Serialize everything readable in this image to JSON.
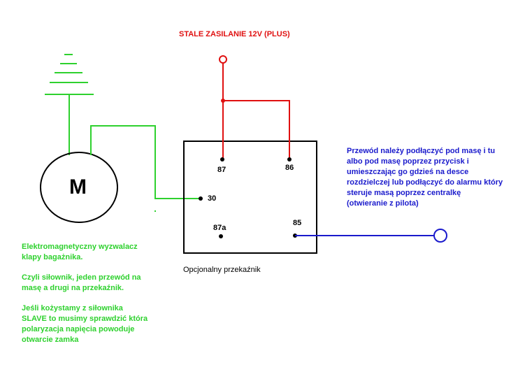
{
  "title": "STALE ZASILANIE 12V (PLUS)",
  "motor_label": "M",
  "relay": {
    "caption": "Opcjonalny przekaźnik",
    "pins": {
      "p87": "87",
      "p86": "86",
      "p30": "30",
      "p87a": "87a",
      "p85": "85"
    }
  },
  "notes_left": [
    "Elektromagnetyczny wyzwalacz\nklapy bagażnika.",
    "Czyli siłownik, jeden przewód na\nmasę a drugi na przekaźnik.",
    "Jeśli kożystamy z siłownika\nSLAVE to musimy sprawdzić która\npolaryzacja napięcia powoduje\notwarcie zamka"
  ],
  "note_right": "Przewód należy podłączyć pod masę i tu\nalbo pod masę poprzez przycisk i\numieszczając go gdzieś na desce\nrozdzielczej lub podłączyć do alarmu który\nsteruje masą poprzez centralkę\n(otwieranie z pilota)",
  "colors": {
    "plus": "#e01010",
    "motor": "#2ed12e",
    "ground": "#1a1acc"
  }
}
